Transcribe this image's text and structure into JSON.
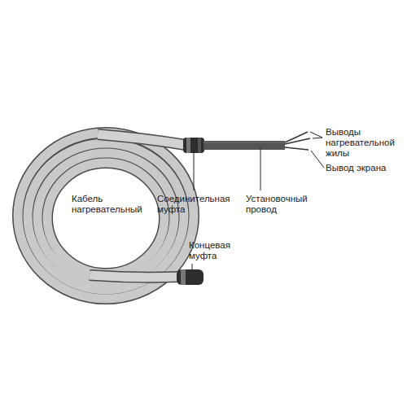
{
  "diagram": {
    "labels": [
      "Выводы нагревательной жилы",
      "Вывод экрана",
      "Кабель нагревательный",
      "Соединительная муфта",
      "Установочный провод",
      "Концевая муфта"
    ]
  }
}
